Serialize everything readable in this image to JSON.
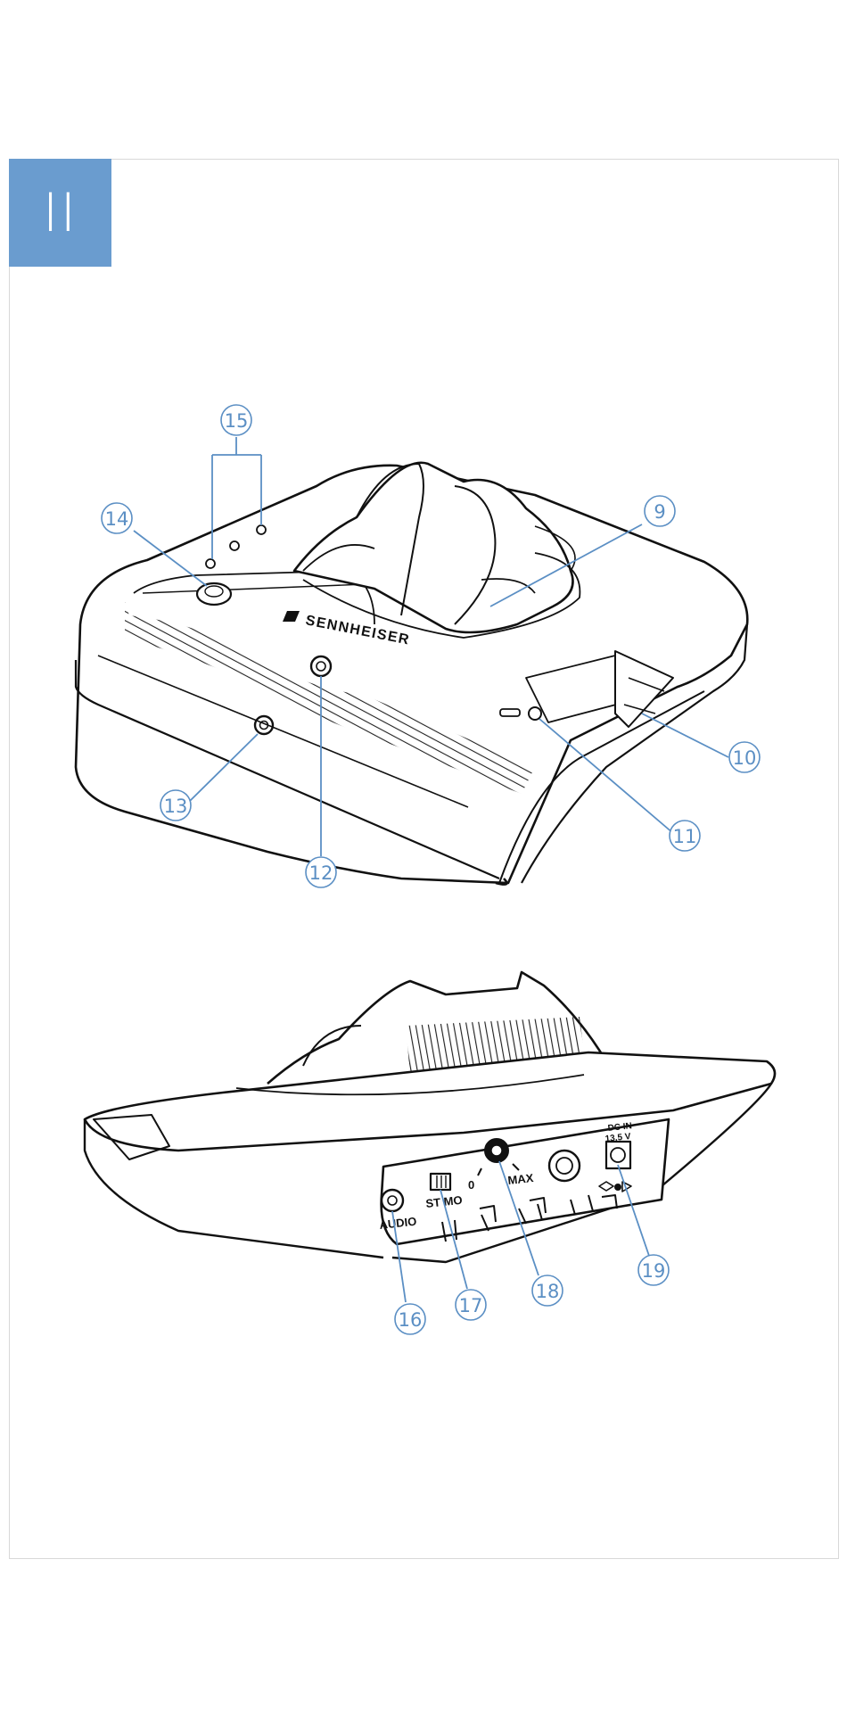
{
  "section": {
    "label": "II"
  },
  "brand": {
    "name": "SENNHEISER"
  },
  "rear_labels": {
    "audio": "AUDIO",
    "stereo_mono": "ST MO",
    "zero": "0",
    "max": "MAX",
    "dc_in": "DC IN",
    "voltage": "13,5 V"
  },
  "callouts": {
    "c9": "9",
    "c10": "10",
    "c11": "11",
    "c12": "12",
    "c13": "13",
    "c14": "14",
    "c15": "15",
    "c16": "16",
    "c17": "17",
    "c18": "18",
    "c19": "19"
  },
  "colors": {
    "accent": "#6a9ccf",
    "callout": "#5b8fc4",
    "line": "#111111"
  }
}
